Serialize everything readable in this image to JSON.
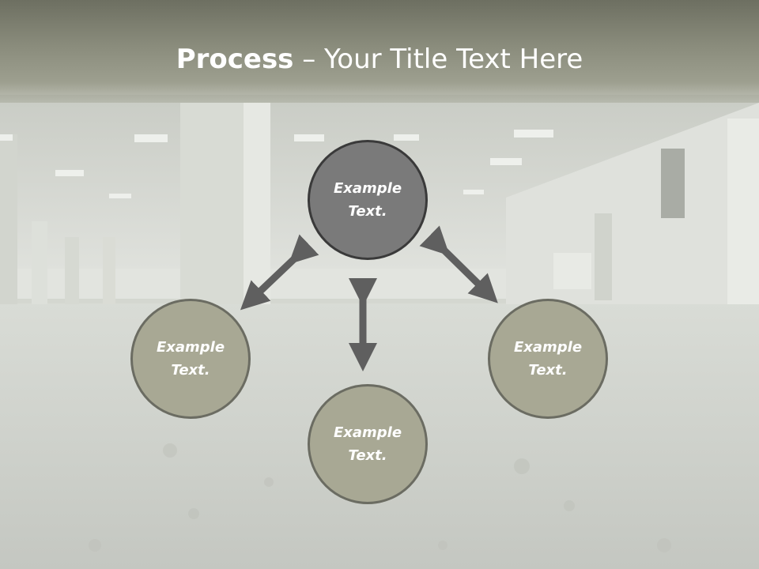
{
  "slide": {
    "title_bold": "Process",
    "title_rest": " – Your Title Text Here"
  },
  "colors": {
    "title_band": "#8a8c7c",
    "center_fill": "#7a7a7a",
    "center_border": "#3a3a3a",
    "leaf_fill": "#a8a894",
    "leaf_border": "#6b6c62",
    "arrow": "#5f5f5f"
  },
  "nodes": {
    "center": {
      "line1": "Example",
      "line2": "Text."
    },
    "left": {
      "line1": "Example",
      "line2": "Text."
    },
    "bottom": {
      "line1": "Example",
      "line2": "Text."
    },
    "right": {
      "line1": "Example",
      "line2": "Text."
    }
  }
}
